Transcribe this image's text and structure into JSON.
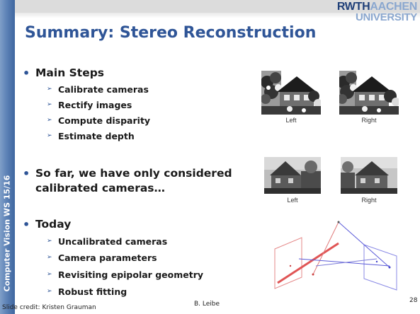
{
  "logo": {
    "rwth": "RWTH",
    "aachen": "AACHEN",
    "university": "UNIVERSITY"
  },
  "side_label": "Computer Vision WS 15/16",
  "title": "Summary: Stereo Reconstruction",
  "bullets": [
    {
      "text": "Main Steps",
      "subs": [
        "Calibrate cameras",
        "Rectify images",
        "Compute disparity",
        "Estimate depth"
      ]
    },
    {
      "line1": "So far, we have only considered",
      "line2": "calibrated cameras…"
    },
    {
      "text": "Today",
      "subs": [
        "Uncalibrated cameras",
        "Camera parameters",
        "Revisiting epipolar geometry",
        "Robust fitting"
      ]
    }
  ],
  "images": {
    "pair1": {
      "left_caption": "Left",
      "right_caption": "Right"
    },
    "pair2": {
      "left_caption": "Left",
      "right_caption": "Right"
    }
  },
  "footer": {
    "credit": "Slide credit: Kristen Grauman",
    "author": "B. Leibe",
    "page": "28"
  },
  "icons": [
    "bullet-dot",
    "arrow-bullet"
  ]
}
